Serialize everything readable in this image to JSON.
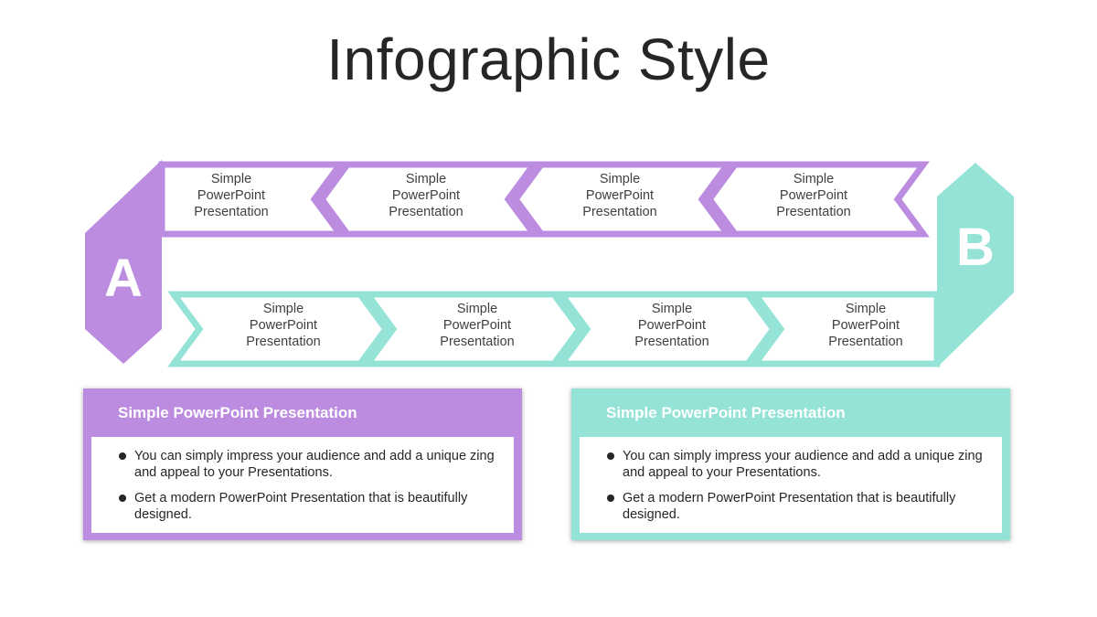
{
  "title": "Infographic Style",
  "colors": {
    "purple": "#bc8ce0",
    "teal": "#95e3d6"
  },
  "badges": {
    "a": "A",
    "b": "B"
  },
  "top_row": [
    [
      "Simple",
      "PowerPoint",
      "Presentation"
    ],
    [
      "Simple",
      "PowerPoint",
      "Presentation"
    ],
    [
      "Simple",
      "PowerPoint",
      "Presentation"
    ],
    [
      "Simple",
      "PowerPoint",
      "Presentation"
    ]
  ],
  "bottom_row": [
    [
      "Simple",
      "PowerPoint",
      "Presentation"
    ],
    [
      "Simple",
      "PowerPoint",
      "Presentation"
    ],
    [
      "Simple",
      "PowerPoint",
      "Presentation"
    ],
    [
      "Simple",
      "PowerPoint",
      "Presentation"
    ]
  ],
  "panels": [
    {
      "title": "Simple PowerPoint Presentation",
      "bullets": [
        "You can simply impress your audience and add a unique zing and appeal to your Presentations.",
        "Get a modern PowerPoint  Presentation that is beautifully designed."
      ]
    },
    {
      "title": "Simple PowerPoint Presentation",
      "bullets": [
        "You can simply impress your audience and add a unique zing and appeal to your Presentations.",
        "Get a modern PowerPoint  Presentation that is beautifully designed."
      ]
    }
  ]
}
